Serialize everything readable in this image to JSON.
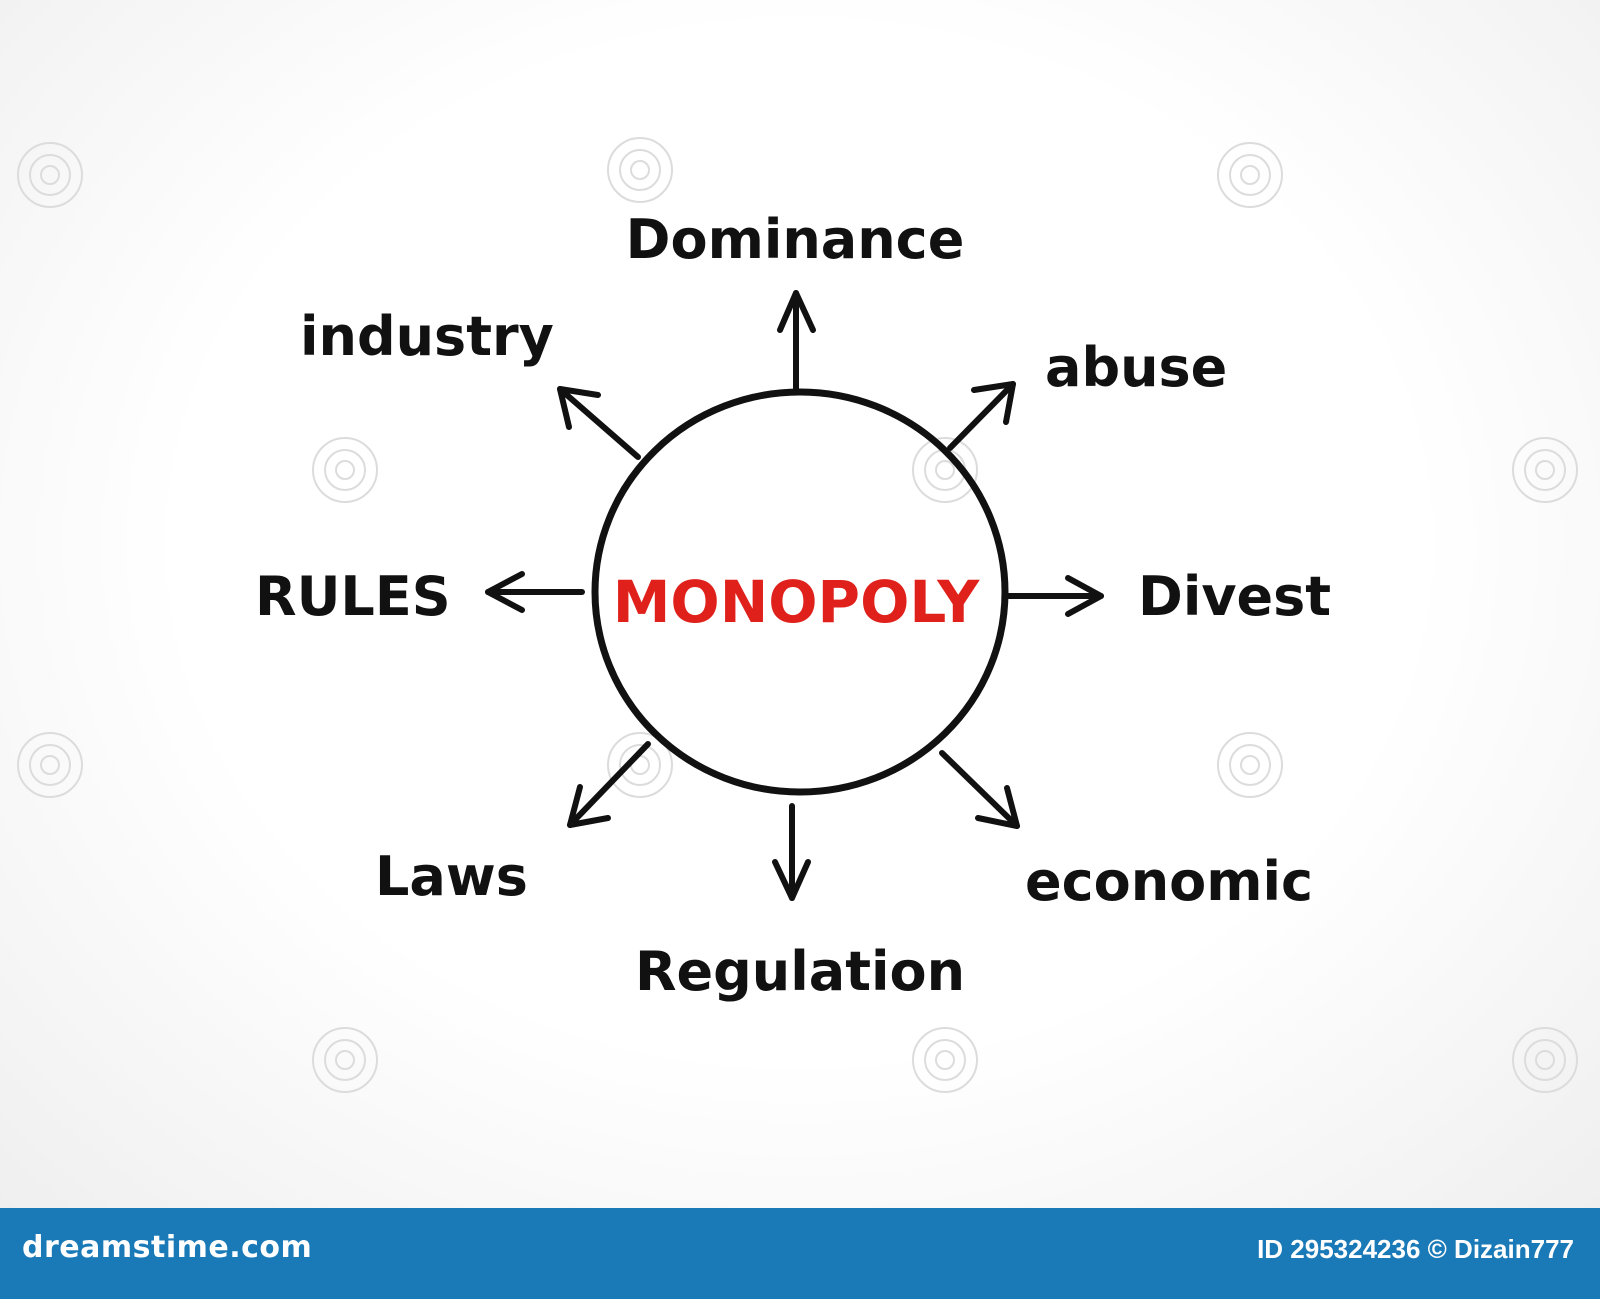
{
  "diagram": {
    "center": "MONOPOLY",
    "center_color": "#e0201b",
    "ink_color": "#111111",
    "terms": {
      "top": "Dominance",
      "top_right": "abuse",
      "right": "Divest",
      "bottom_right": "economic",
      "bottom": "Regulation",
      "bottom_left": "Laws",
      "left": "RULES",
      "top_left": "industry"
    }
  },
  "footer": {
    "brand": "dreamstime.com",
    "stock_id": "ID 295324236 © Dizain777",
    "bg_color": "#1a7ab8"
  }
}
